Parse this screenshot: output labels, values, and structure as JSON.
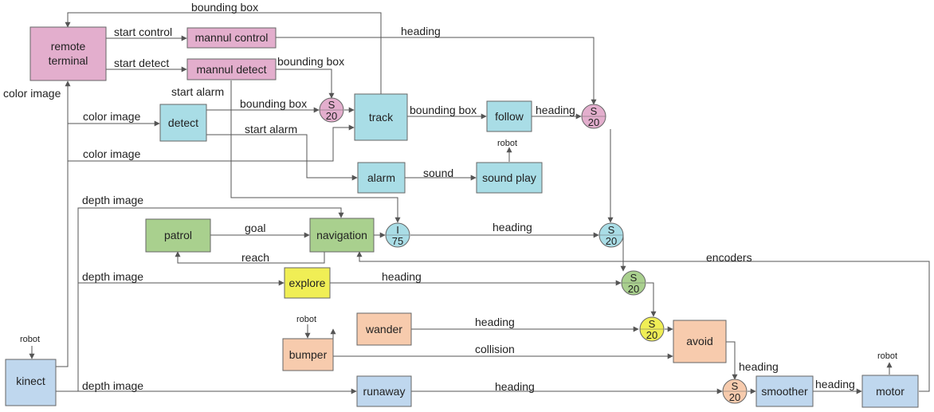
{
  "colors": {
    "pink": "#e3aecd",
    "cyan": "#a9dde6",
    "green": "#a9d08e",
    "yellow": "#f0ee55",
    "orange": "#f7cbad",
    "blue": "#bfd7ee",
    "stroke": "#666666",
    "wire": "#555555"
  },
  "nodes": {
    "remote_terminal_line1": "remote",
    "remote_terminal_line2": "terminal",
    "mannul_control": "mannul control",
    "mannul_detect": "mannul detect",
    "detect": "detect",
    "track": "track",
    "follow": "follow",
    "alarm": "alarm",
    "sound_play": "sound play",
    "patrol": "patrol",
    "navigation": "navigation",
    "explore": "explore",
    "wander": "wander",
    "bumper": "bumper",
    "avoid": "avoid",
    "kinect": "kinect",
    "runaway": "runaway",
    "smoother": "smoother",
    "motor": "motor"
  },
  "suppressors": {
    "s_track_top": "S",
    "s_track_num": "20",
    "s_follow_top": "S",
    "s_follow_num": "20",
    "i_nav_top": "I",
    "i_nav_num": "75",
    "s_nav_top": "S",
    "s_nav_num": "20",
    "s_explore_top": "S",
    "s_explore_num": "20",
    "s_wander_top": "S",
    "s_wander_num": "20",
    "s_smoother_top": "S",
    "s_smoother_num": "20"
  },
  "labels": {
    "bounding_box_top": "bounding box",
    "start_control": "start control",
    "heading_top": "heading",
    "start_detect": "start detect",
    "bounding_box_detect": "bounding box",
    "color_image_left": "color image",
    "start_alarm_upper": "start alarm",
    "bounding_box_mid": "bounding box",
    "color_image_detect": "color image",
    "bounding_box_track": "bounding box",
    "heading_follow": "heading",
    "start_alarm_lower": "start alarm",
    "robot_follow": "robot",
    "color_image_track": "color image",
    "sound": "sound",
    "depth_image_nav": "depth image",
    "goal": "goal",
    "heading_nav": "heading",
    "reach": "reach",
    "encoders": "encoders",
    "depth_image_explore": "depth image",
    "heading_explore": "heading",
    "robot_bumper": "robot",
    "heading_wander": "heading",
    "collision": "collision",
    "robot_kinect": "robot",
    "heading_avoid": "heading",
    "robot_motor": "robot",
    "depth_image_runaway": "depth image",
    "heading_runaway": "heading",
    "heading_smoother": "heading"
  }
}
